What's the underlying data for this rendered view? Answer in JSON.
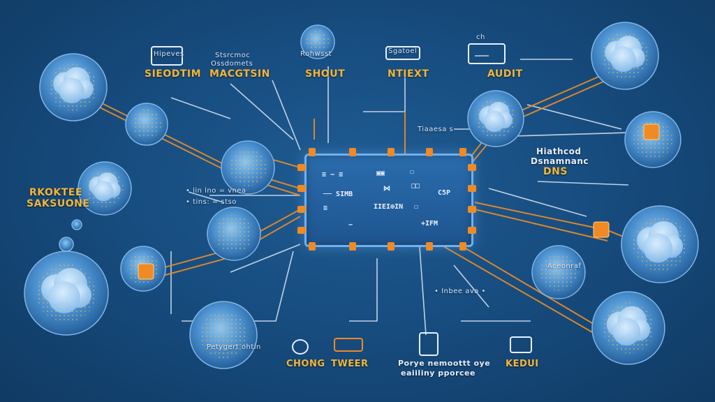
{
  "labels": {
    "sidebar_title_1": "Hipeves",
    "security": "SIEODTIM",
    "mgmt_small": "Stsrcmoc",
    "mgmt_small2": "Ossdomets",
    "mgmt": "MACGTSIN",
    "shout_small": "Rohwsst",
    "shout": "SHOUT",
    "ntext_small": "Sgatoel",
    "ntext": "NTIEXT",
    "audit_small": "ch",
    "audit": "AUDIT",
    "mid_right_small": "Tiaaesa s",
    "hitched": "Hiathcod",
    "domain": "Dsnamnanc",
    "dns": "DNS",
    "backup_1": "RKOKTEE",
    "backup_2": "SAKSUONE",
    "left_small_1": "• lin lno = vnea",
    "left_small_2": "• tins: = stso",
    "bottom_left_small": "Petygert ohtin",
    "chong": "CHONG",
    "tweer": "TWEER",
    "process_1": "Porye nemoottt oye",
    "process_2": "eaiiliny pporcee",
    "kedui": "KEDUI",
    "right_mid_small": "Aceonraf",
    "bottom_right_small": "• Inbee ava •"
  },
  "chip": {
    "items": [
      "≡ − ≡",
      "▣▣",
      "☐",
      "⋈",
      "□□",
      "C5P",
      "── SIMB",
      "≡",
      "IIEI⊕IN",
      "☐",
      "−",
      "+IFM"
    ]
  },
  "colors": {
    "background": "#174d80",
    "accent": "#f3b63a",
    "wire": "#e48a2a",
    "line": "#dfe9f7",
    "node": "#3f85c8"
  }
}
